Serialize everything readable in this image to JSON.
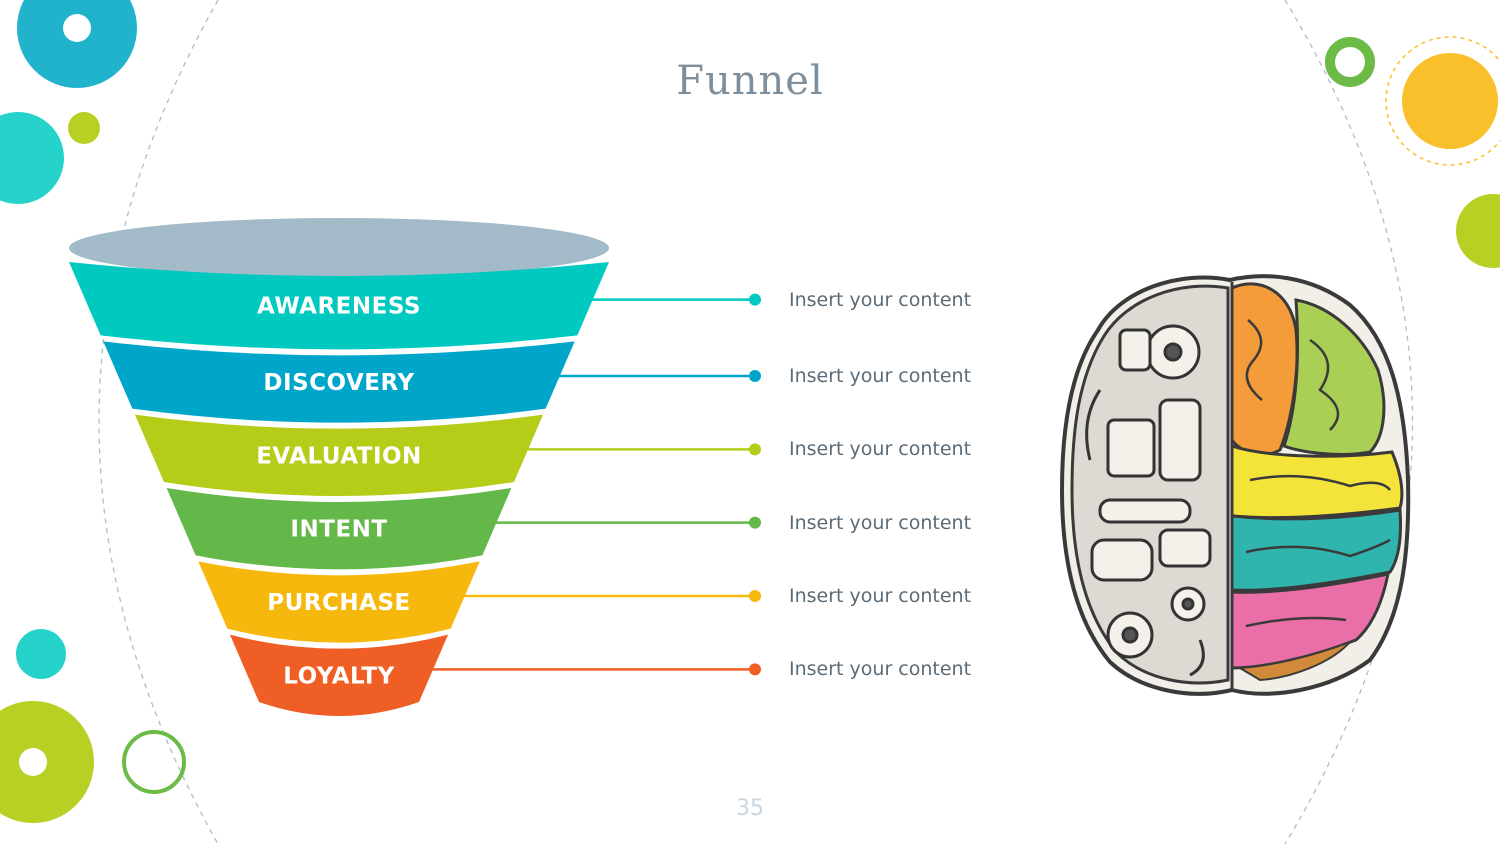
{
  "slide": {
    "title": "Funnel",
    "page_number": "35"
  },
  "funnel": {
    "stages": [
      {
        "label": "AWARENESS",
        "color": "#00c9c0",
        "content": "Insert your content"
      },
      {
        "label": "DISCOVERY",
        "color": "#00a6c9",
        "content": "Insert your content"
      },
      {
        "label": "EVALUATION",
        "color": "#b5cc18",
        "content": "Insert your content"
      },
      {
        "label": "INTENT",
        "color": "#63b849",
        "content": "Insert your content"
      },
      {
        "label": "PURCHASE",
        "color": "#f7b80e",
        "content": "Insert your content"
      },
      {
        "label": "LOYALTY",
        "color": "#ef5f25",
        "content": "Insert your content"
      }
    ],
    "rim_color": "#a3bbc9"
  },
  "decor_colors": {
    "teal": "#21b3cc",
    "aqua": "#26d3cb",
    "lime": "#b8cf23",
    "green": "#6cbb46",
    "yellow": "#f9c02b",
    "dashed_line": "#a9bfcd"
  },
  "image": {
    "icon": "brain-illustration"
  }
}
